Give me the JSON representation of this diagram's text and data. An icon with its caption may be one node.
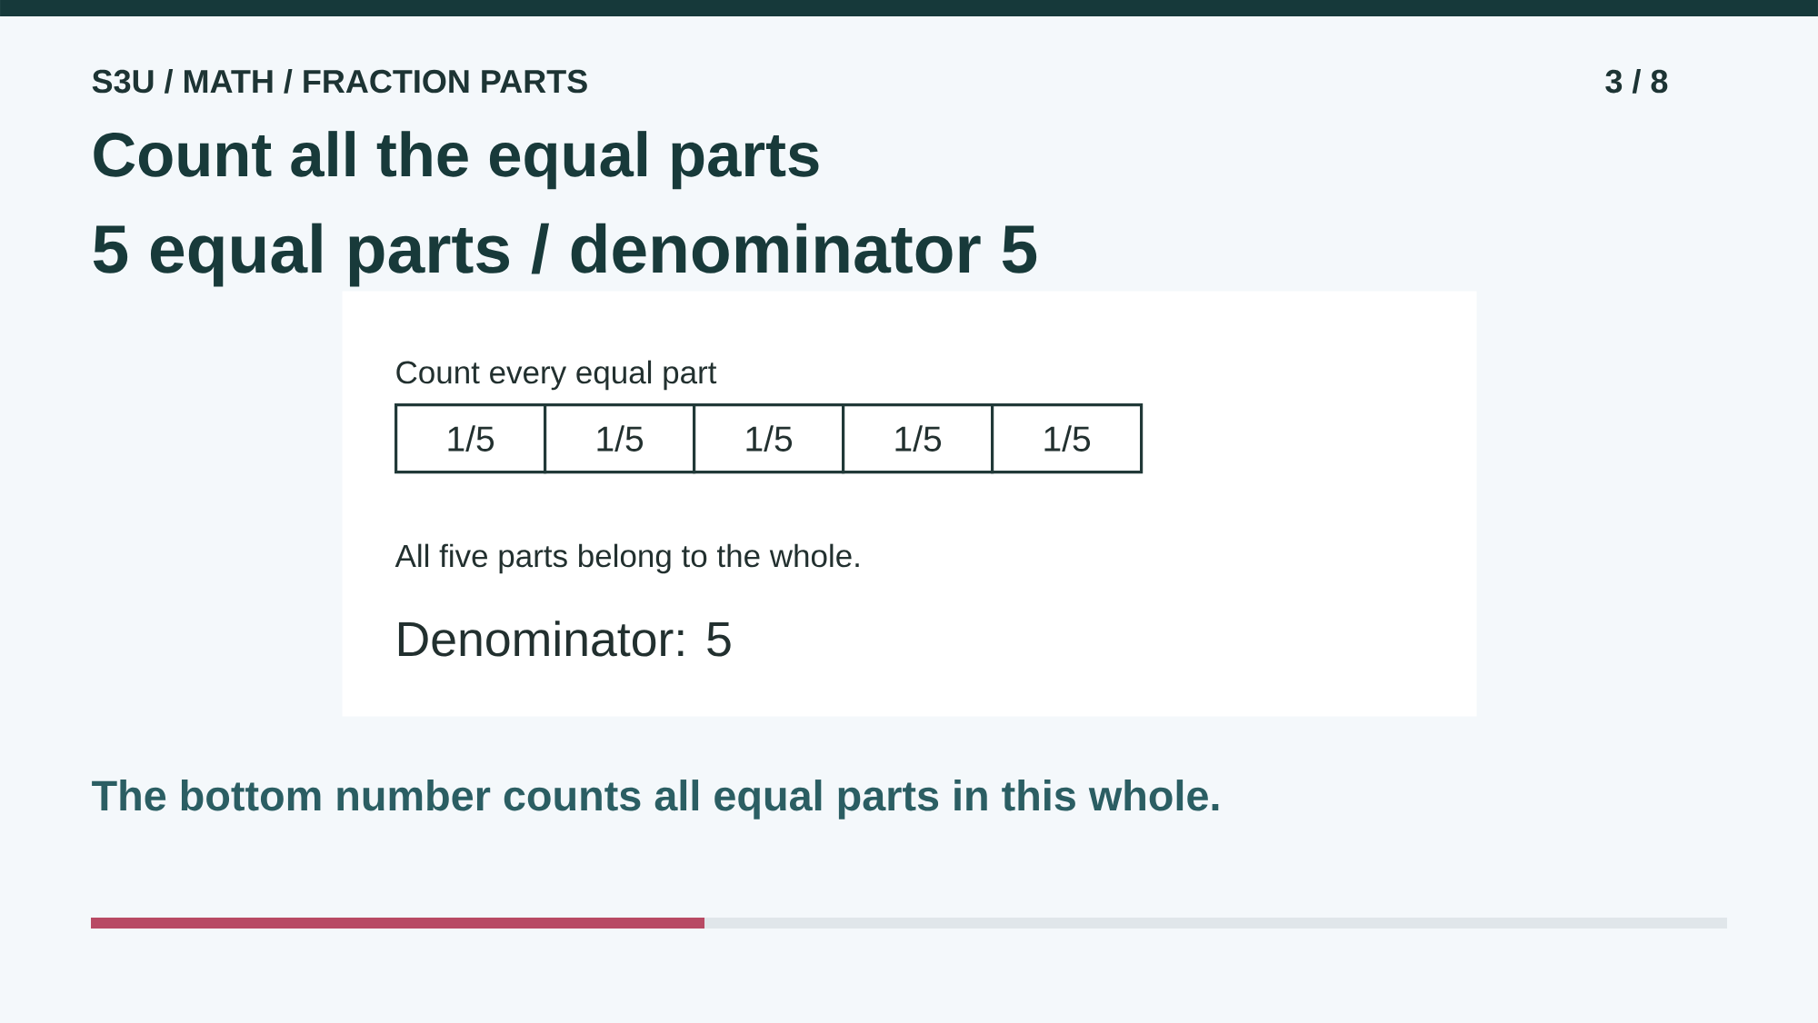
{
  "diagram": {
    "title": "Count all the equal parts",
    "nodes": [
      {
        "text": [
          "Count every equal part",
          "All five parts belong to the whole.",
          "Denominator: 5"
        ]
      },
      {
        "text": [
          "1/5"
        ],
        "in": 0
      },
      {
        "text": [
          "1/5"
        ],
        "in": 0
      },
      {
        "text": [
          "1/5"
        ],
        "in": 0
      },
      {
        "text": [
          "1/5"
        ],
        "in": 0
      },
      {
        "text": [
          "1/5"
        ],
        "in": 0
      }
    ],
    "labels": [
      "S3U / MATH / FRACTION PARTS",
      "3 / 8",
      "5 equal parts / denominator 5",
      "The bottom number counts all equal parts in this whole."
    ]
  }
}
